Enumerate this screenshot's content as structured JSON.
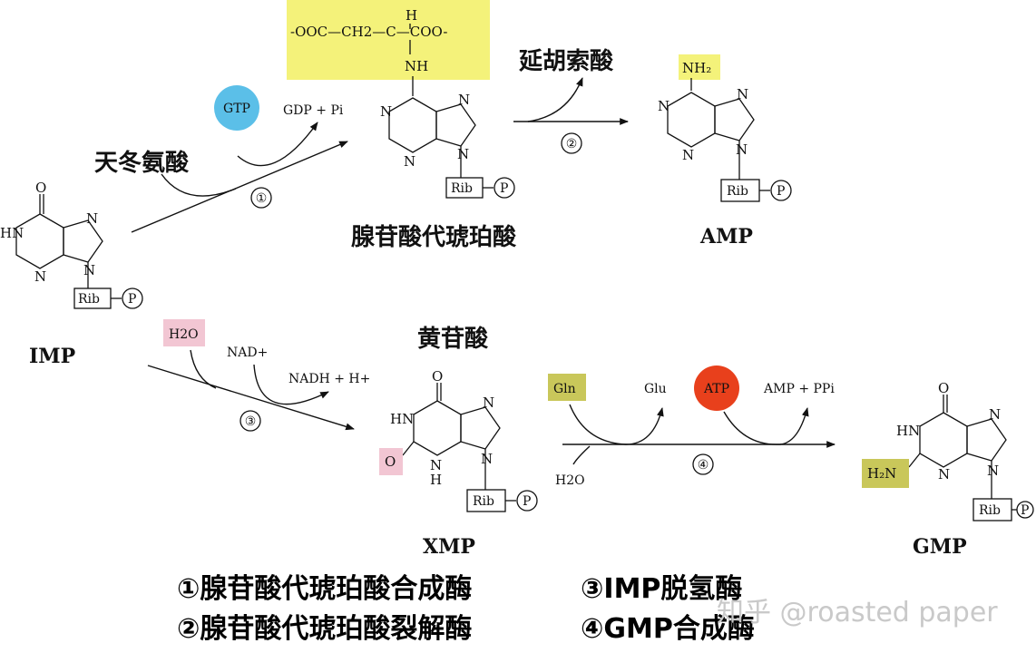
{
  "compounds": {
    "imp": "IMP",
    "amp": "AMP",
    "xmp": "XMP",
    "gmp": "GMP",
    "adenylosuccinate": "腺苷酸代琥珀酸",
    "xanthylate": "黄苷酸"
  },
  "reagents": {
    "gtp": "GTP",
    "gdp_pi": "GDP + Pi",
    "aspartate": "天冬氨酸",
    "fumarate": "延胡索酸",
    "h2o": "H2O",
    "nad": "NAD+",
    "nadh": "NADH + H+",
    "gln": "Gln",
    "glu": "Glu",
    "atp": "ATP",
    "amp_ppi": "AMP + PPi",
    "h2o_2": "H2O"
  },
  "steps": [
    "①",
    "②",
    "③",
    "④"
  ],
  "enzymes": {
    "e1": "①腺苷酸代琥珀酸合成酶",
    "e2": "②腺苷酸代琥珀酸裂解酶",
    "e3": "③IMP脱氢酶",
    "e4": "④GMP合成酶"
  },
  "succinyl_group": "-OOC—CH2—C—COO-",
  "watermark": "知乎 @roasted paper",
  "colors": {
    "gtp": "#5bbfe8",
    "atp": "#e8401c",
    "yellow_highlight": "#f4f27a",
    "pink_highlight": "#f2c6d3",
    "olive_highlight": "#c9c75a"
  }
}
